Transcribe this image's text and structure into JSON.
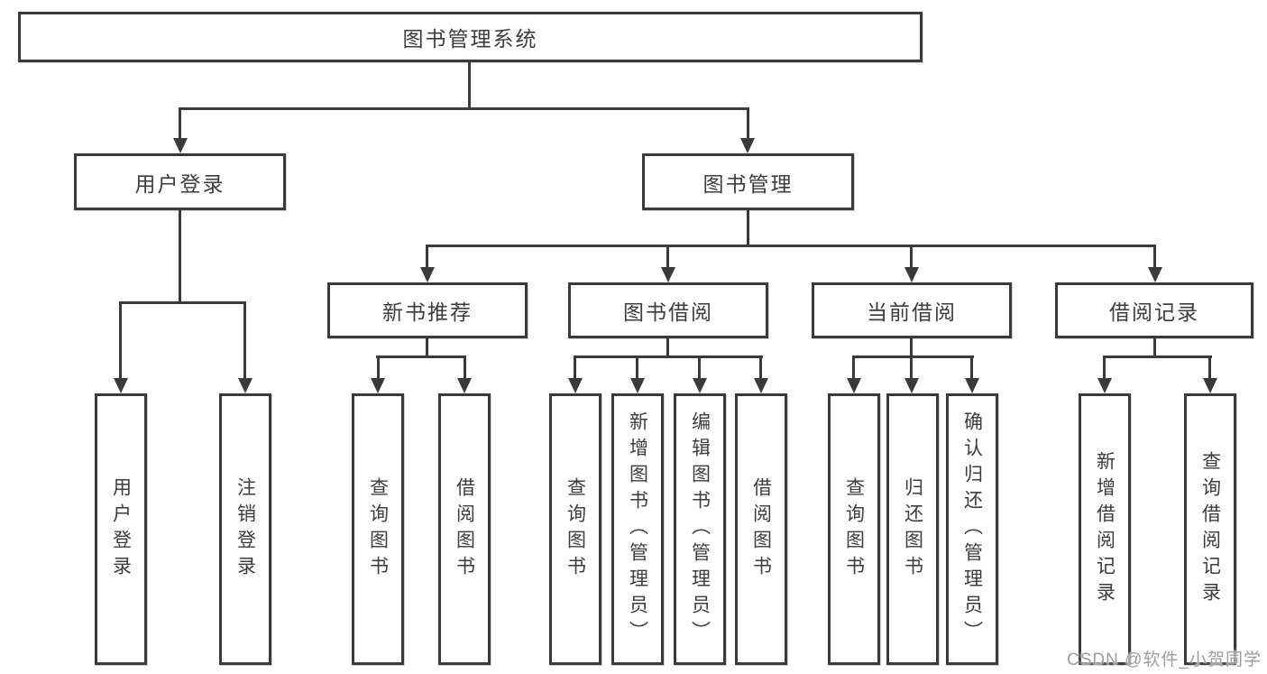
{
  "diagram": {
    "root": {
      "label": "图书管理系统"
    },
    "level2": [
      {
        "label": "用户登录",
        "children": [
          "用户登录",
          "注销登录"
        ]
      },
      {
        "label": "图书管理"
      }
    ],
    "level3": [
      {
        "label": "新书推荐",
        "children": [
          "查询图书",
          "借阅图书"
        ]
      },
      {
        "label": "图书借阅",
        "children": [
          "查询图书",
          "新增图书（管理员）",
          "编辑图书（管理员）",
          "借阅图书"
        ]
      },
      {
        "label": "当前借阅",
        "children": [
          "查询图书",
          "归还图书",
          "确认归还（管理员）"
        ]
      },
      {
        "label": "借阅记录",
        "children": [
          "新增借阅记录",
          "查询借阅记录"
        ]
      }
    ]
  },
  "watermark": {
    "text": "CSDN @软件_小贺同学"
  },
  "colors": {
    "stroke": "#3a3a3a",
    "background": "#ffffff",
    "watermark": "#9d9d9d"
  }
}
